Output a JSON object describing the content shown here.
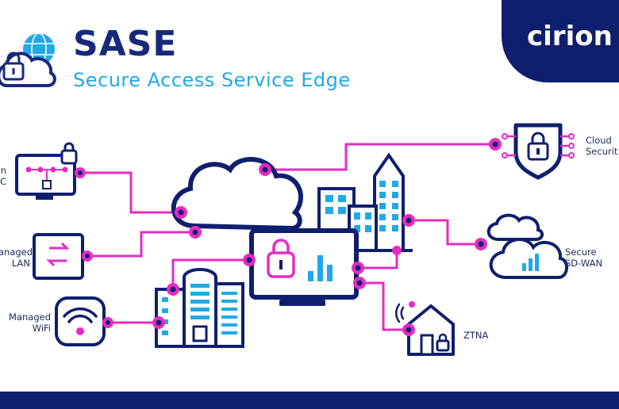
{
  "header": {
    "title": "SASE",
    "subtitle": "Secure Access Service Edge"
  },
  "brand": {
    "logo_text": "cirion",
    "navy": "#0f1f6e",
    "blue": "#23a8e6",
    "magenta": "#e62bc2"
  },
  "nodes": {
    "top_left": "n\nC",
    "managed_lan": "anaged\nLAN",
    "managed_wifi": "Managed\nWiFi",
    "cloud_security": "Cloud\nSecurit",
    "secure_sdwan": "Secure\nSD-WAN",
    "ztna": "ZTNA"
  }
}
